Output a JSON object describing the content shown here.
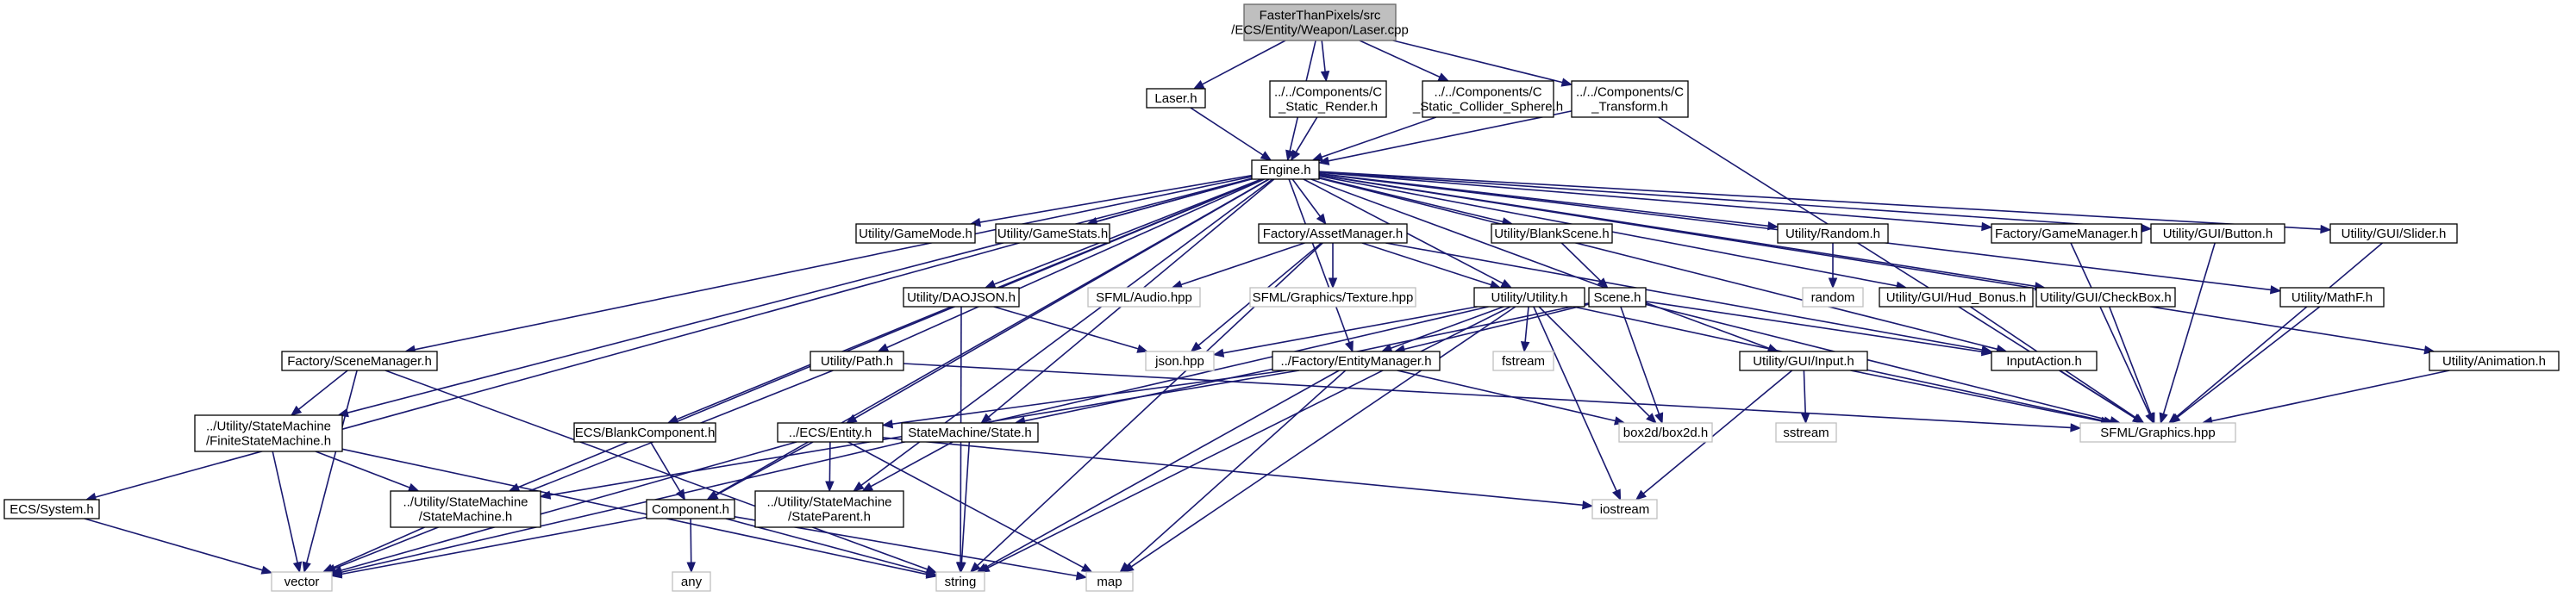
{
  "colors": {
    "edge": "#191970",
    "node_border": "#000000",
    "node_fill": "#ffffff",
    "external_border": "#bfbfbf",
    "root_fill": "#bfbfbf",
    "root_border": "#666666",
    "label": "#000000"
  },
  "nodes": [
    {
      "id": "laser_cpp",
      "lines": [
        "FasterThanPixels/src",
        "/ECS/Entity/Weapon/Laser.cpp"
      ],
      "kind": "root"
    },
    {
      "id": "laser_h",
      "lines": [
        "Laser.h"
      ],
      "kind": "normal"
    },
    {
      "id": "c_static_render",
      "lines": [
        "../../Components/C",
        "_Static_Render.h"
      ],
      "kind": "normal"
    },
    {
      "id": "c_static_collider",
      "lines": [
        "../../Components/C",
        "_Static_Collider_Sphere.h"
      ],
      "kind": "normal"
    },
    {
      "id": "c_transform",
      "lines": [
        "../../Components/C",
        "_Transform.h"
      ],
      "kind": "normal"
    },
    {
      "id": "engine",
      "lines": [
        "Engine.h"
      ],
      "kind": "normal"
    },
    {
      "id": "gamemode",
      "lines": [
        "Utility/GameMode.h"
      ],
      "kind": "normal"
    },
    {
      "id": "gamestats",
      "lines": [
        "Utility/GameStats.h"
      ],
      "kind": "normal"
    },
    {
      "id": "assetmanager",
      "lines": [
        "Factory/AssetManager.h"
      ],
      "kind": "normal"
    },
    {
      "id": "blankscene",
      "lines": [
        "Utility/BlankScene.h"
      ],
      "kind": "normal"
    },
    {
      "id": "random_h",
      "lines": [
        "Utility/Random.h"
      ],
      "kind": "normal"
    },
    {
      "id": "gamemanager",
      "lines": [
        "Factory/GameManager.h"
      ],
      "kind": "normal"
    },
    {
      "id": "button",
      "lines": [
        "Utility/GUI/Button.h"
      ],
      "kind": "normal"
    },
    {
      "id": "slider",
      "lines": [
        "Utility/GUI/Slider.h"
      ],
      "kind": "normal"
    },
    {
      "id": "daojson",
      "lines": [
        "Utility/DAOJSON.h"
      ],
      "kind": "normal"
    },
    {
      "id": "sfml_audio",
      "lines": [
        "SFML/Audio.hpp"
      ],
      "kind": "external"
    },
    {
      "id": "sfml_texture",
      "lines": [
        "SFML/Graphics/Texture.hpp"
      ],
      "kind": "external"
    },
    {
      "id": "utility_h",
      "lines": [
        "Utility/Utility.h"
      ],
      "kind": "normal"
    },
    {
      "id": "scene_h",
      "lines": [
        "Scene.h"
      ],
      "kind": "normal"
    },
    {
      "id": "random_std",
      "lines": [
        "random"
      ],
      "kind": "external"
    },
    {
      "id": "hud_bonus",
      "lines": [
        "Utility/GUI/Hud_Bonus.h"
      ],
      "kind": "normal"
    },
    {
      "id": "checkbox",
      "lines": [
        "Utility/GUI/CheckBox.h"
      ],
      "kind": "normal"
    },
    {
      "id": "mathf",
      "lines": [
        "Utility/MathF.h"
      ],
      "kind": "normal"
    },
    {
      "id": "scenemanager",
      "lines": [
        "Factory/SceneManager.h"
      ],
      "kind": "normal"
    },
    {
      "id": "path_h",
      "lines": [
        "Utility/Path.h"
      ],
      "kind": "normal"
    },
    {
      "id": "json_hpp",
      "lines": [
        "json.hpp"
      ],
      "kind": "external"
    },
    {
      "id": "entitymanager",
      "lines": [
        "../Factory/EntityManager.h"
      ],
      "kind": "normal"
    },
    {
      "id": "fstream",
      "lines": [
        "fstream"
      ],
      "kind": "external"
    },
    {
      "id": "gui_input",
      "lines": [
        "Utility/GUI/Input.h"
      ],
      "kind": "normal"
    },
    {
      "id": "inputaction",
      "lines": [
        "InputAction.h"
      ],
      "kind": "normal"
    },
    {
      "id": "animation",
      "lines": [
        "Utility/Animation.h"
      ],
      "kind": "normal"
    },
    {
      "id": "finitestatemachine",
      "lines": [
        "../Utility/StateMachine",
        "/FiniteStateMachine.h"
      ],
      "kind": "normal"
    },
    {
      "id": "blankcomponent",
      "lines": [
        "ECS/BlankComponent.h"
      ],
      "kind": "normal"
    },
    {
      "id": "ecs_entity",
      "lines": [
        "../ECS/Entity.h"
      ],
      "kind": "normal"
    },
    {
      "id": "state_h",
      "lines": [
        "StateMachine/State.h"
      ],
      "kind": "normal"
    },
    {
      "id": "box2d",
      "lines": [
        "box2d/box2d.h"
      ],
      "kind": "external"
    },
    {
      "id": "sstream",
      "lines": [
        "sstream"
      ],
      "kind": "external"
    },
    {
      "id": "sfml_graphics",
      "lines": [
        "SFML/Graphics.hpp"
      ],
      "kind": "external"
    },
    {
      "id": "ecs_system",
      "lines": [
        "ECS/System.h"
      ],
      "kind": "normal"
    },
    {
      "id": "statemachine_h",
      "lines": [
        "../Utility/StateMachine",
        "/StateMachine.h"
      ],
      "kind": "normal"
    },
    {
      "id": "component_h",
      "lines": [
        "Component.h"
      ],
      "kind": "normal"
    },
    {
      "id": "stateparent",
      "lines": [
        "../Utility/StateMachine",
        "/StateParent.h"
      ],
      "kind": "normal"
    },
    {
      "id": "iostream",
      "lines": [
        "iostream"
      ],
      "kind": "external"
    },
    {
      "id": "vector",
      "lines": [
        "vector"
      ],
      "kind": "external"
    },
    {
      "id": "any",
      "lines": [
        "any"
      ],
      "kind": "external"
    },
    {
      "id": "string",
      "lines": [
        "string"
      ],
      "kind": "external"
    },
    {
      "id": "map",
      "lines": [
        "map"
      ],
      "kind": "external"
    }
  ],
  "edges": [
    [
      "laser_cpp",
      "laser_h"
    ],
    [
      "laser_cpp",
      "c_static_render"
    ],
    [
      "laser_cpp",
      "c_static_collider"
    ],
    [
      "laser_cpp",
      "c_transform"
    ],
    [
      "laser_cpp",
      "engine"
    ],
    [
      "laser_h",
      "engine"
    ],
    [
      "c_static_render",
      "engine"
    ],
    [
      "c_static_collider",
      "engine"
    ],
    [
      "c_transform",
      "engine"
    ],
    [
      "c_transform",
      "sfml_graphics"
    ],
    [
      "engine",
      "gamemode"
    ],
    [
      "engine",
      "gamestats"
    ],
    [
      "engine",
      "assetmanager"
    ],
    [
      "engine",
      "blankscene"
    ],
    [
      "engine",
      "random_h"
    ],
    [
      "engine",
      "gamemanager"
    ],
    [
      "engine",
      "button"
    ],
    [
      "engine",
      "slider"
    ],
    [
      "engine",
      "daojson"
    ],
    [
      "engine",
      "utility_h"
    ],
    [
      "engine",
      "hud_bonus"
    ],
    [
      "engine",
      "checkbox"
    ],
    [
      "engine",
      "mathf"
    ],
    [
      "engine",
      "scenemanager"
    ],
    [
      "engine",
      "path_h"
    ],
    [
      "engine",
      "entitymanager"
    ],
    [
      "engine",
      "gui_input"
    ],
    [
      "engine",
      "inputaction"
    ],
    [
      "engine",
      "animation"
    ],
    [
      "engine",
      "finitestatemachine"
    ],
    [
      "engine",
      "blankcomponent"
    ],
    [
      "engine",
      "ecs_entity"
    ],
    [
      "engine",
      "state_h"
    ],
    [
      "engine",
      "ecs_system"
    ],
    [
      "engine",
      "statemachine_h"
    ],
    [
      "engine",
      "component_h"
    ],
    [
      "engine",
      "stateparent"
    ],
    [
      "assetmanager",
      "sfml_audio"
    ],
    [
      "assetmanager",
      "sfml_texture"
    ],
    [
      "assetmanager",
      "utility_h"
    ],
    [
      "assetmanager",
      "json_hpp"
    ],
    [
      "assetmanager",
      "string"
    ],
    [
      "assetmanager",
      "inputaction"
    ],
    [
      "blankscene",
      "scene_h"
    ],
    [
      "random_h",
      "random_std"
    ],
    [
      "gamemanager",
      "sfml_graphics"
    ],
    [
      "button",
      "sfml_graphics"
    ],
    [
      "slider",
      "sfml_graphics"
    ],
    [
      "daojson",
      "json_hpp"
    ],
    [
      "daojson",
      "string"
    ],
    [
      "utility_h",
      "json_hpp"
    ],
    [
      "utility_h",
      "fstream"
    ],
    [
      "utility_h",
      "entitymanager"
    ],
    [
      "utility_h",
      "box2d"
    ],
    [
      "utility_h",
      "iostream"
    ],
    [
      "utility_h",
      "string"
    ],
    [
      "utility_h",
      "vector"
    ],
    [
      "utility_h",
      "map"
    ],
    [
      "utility_h",
      "sfml_graphics"
    ],
    [
      "scene_h",
      "entitymanager"
    ],
    [
      "scene_h",
      "state_h"
    ],
    [
      "scene_h",
      "box2d"
    ],
    [
      "scene_h",
      "sfml_graphics"
    ],
    [
      "scene_h",
      "inputaction"
    ],
    [
      "hud_bonus",
      "sfml_graphics"
    ],
    [
      "checkbox",
      "sfml_graphics"
    ],
    [
      "mathf",
      "sfml_graphics"
    ],
    [
      "animation",
      "sfml_graphics"
    ],
    [
      "inputaction",
      "sfml_graphics"
    ],
    [
      "scenemanager",
      "finitestatemachine"
    ],
    [
      "scenemanager",
      "vector"
    ],
    [
      "scenemanager",
      "string"
    ],
    [
      "path_h",
      "sfml_graphics"
    ],
    [
      "path_h",
      "vector"
    ],
    [
      "entitymanager",
      "ecs_entity"
    ],
    [
      "entitymanager",
      "statemachine_h"
    ],
    [
      "entitymanager",
      "box2d"
    ],
    [
      "entitymanager",
      "string"
    ],
    [
      "entitymanager",
      "map"
    ],
    [
      "gui_input",
      "sstream"
    ],
    [
      "gui_input",
      "iostream"
    ],
    [
      "gui_input",
      "sfml_graphics"
    ],
    [
      "finitestatemachine",
      "statemachine_h"
    ],
    [
      "finitestatemachine",
      "vector"
    ],
    [
      "finitestatemachine",
      "string"
    ],
    [
      "blankcomponent",
      "component_h"
    ],
    [
      "ecs_entity",
      "component_h"
    ],
    [
      "ecs_entity",
      "stateparent"
    ],
    [
      "ecs_entity",
      "iostream"
    ],
    [
      "ecs_entity",
      "vector"
    ],
    [
      "ecs_entity",
      "map"
    ],
    [
      "state_h",
      "stateparent"
    ],
    [
      "state_h",
      "string"
    ],
    [
      "ecs_system",
      "vector"
    ],
    [
      "statemachine_h",
      "vector"
    ],
    [
      "component_h",
      "vector"
    ],
    [
      "component_h",
      "any"
    ],
    [
      "component_h",
      "string"
    ],
    [
      "component_h",
      "map"
    ]
  ]
}
